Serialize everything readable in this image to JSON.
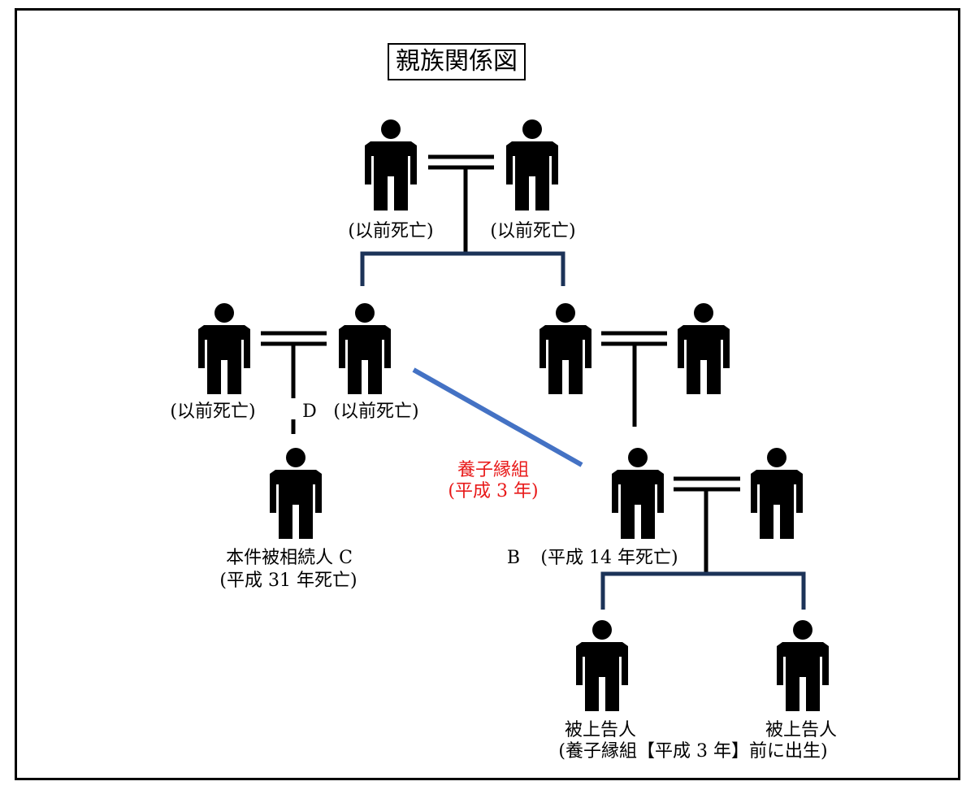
{
  "title": "親族関係図",
  "labels": {
    "gp_left_status": "(以前死亡)",
    "gp_right_status": "(以前死亡)",
    "c_parent_spouse_status": "(以前死亡)",
    "d_label": "D",
    "d_status": "(以前死亡)",
    "c_name": "本件被相続人 C",
    "c_status": "(平成 31 年死亡)",
    "adoption_label": "養子縁組",
    "adoption_year": "(平成 3 年)",
    "b_label": "B",
    "b_status": "(平成 14 年死亡)",
    "child_left_name": "被上告人",
    "child_left_note": "(養子縁組【平成 3 年】前に出生)",
    "child_right_name": "被上告人"
  },
  "colors": {
    "line_dark": "#000000",
    "line_navy": "#1c3358",
    "line_adoption": "#4472c4",
    "text_red": "#e81919"
  }
}
